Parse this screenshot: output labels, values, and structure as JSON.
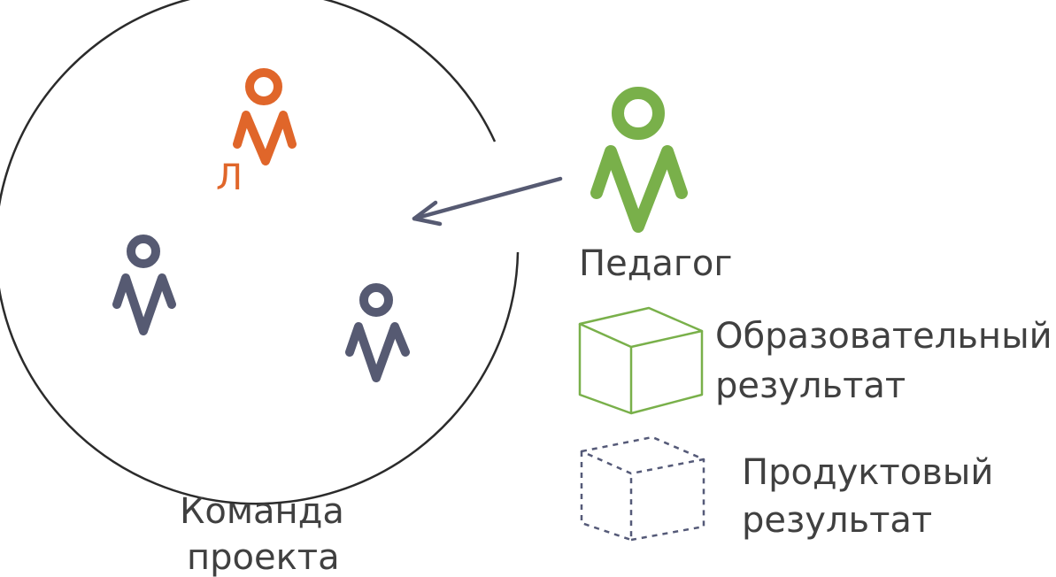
{
  "team": {
    "leader_mark": "Л",
    "label_line1": "Команда",
    "label_line2": "проекта"
  },
  "teacher": {
    "label": "Педагог"
  },
  "legend": {
    "educational": {
      "line1": "Образовательный",
      "line2": "результат"
    },
    "product": {
      "line1": "Продуктовый",
      "line2": "результат"
    }
  },
  "colors": {
    "leader": "#e0662a",
    "member": "#565a72",
    "teacher": "#79b04a",
    "educational_cube": "#79b04a",
    "product_cube": "#555a78",
    "circle": "#2b2b2b",
    "arrow": "#565a72",
    "text": "#404040"
  }
}
